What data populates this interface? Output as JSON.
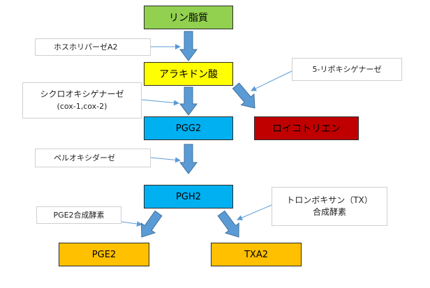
{
  "nodes": {
    "phospholipid": {
      "label": "リン脂質",
      "color": "#92D050"
    },
    "arachidonic": {
      "label": "アラキドン酸",
      "color": "#FFFF00"
    },
    "pgg2": {
      "label": "PGG2",
      "color": "#00B0F0"
    },
    "leukotriene": {
      "label": "ロイコトリエン",
      "color": "#C00000",
      "text_color": "#000000"
    },
    "pgh2": {
      "label": "PGH2",
      "color": "#00B0F0"
    },
    "pge2": {
      "label": "PGE2",
      "color": "#FFC000"
    },
    "txa2": {
      "label": "TXA2",
      "color": "#FFC000"
    }
  },
  "enzymes": {
    "pla2": "ホスホリパーゼA2",
    "lipoxygenase": "5-リポキシゲナーゼ",
    "cox_line1": "シクロオキシゲナーゼ",
    "cox_line2": "(cox-1,cox-2)",
    "peroxidase": "ペルオキシダーゼ",
    "txs_line1": "トロンボキサン（TX）",
    "txs_line2": "合成酵素",
    "pges": "PGE2合成酵素"
  },
  "colors": {
    "flow_arrow": "#5B9BD5",
    "flow_arrow_border": "#41719C",
    "pointer": "#5B9BD5"
  }
}
